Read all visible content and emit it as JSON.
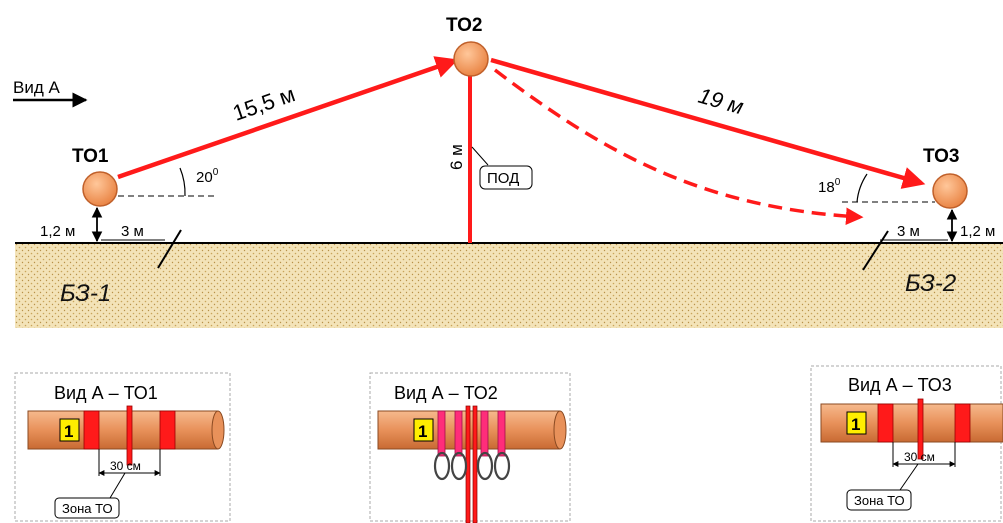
{
  "colors": {
    "rope": "#ff1a1a",
    "pipe": "#e8915a",
    "pipe_dark": "#c86a33",
    "ground": "#f3e3b8",
    "ground_dots": "#c9a55a",
    "node_fill": "#f2955a",
    "node_stroke": "#c0602a",
    "number_bg": "#ffee00",
    "clamp_pink": "#ff2d7a"
  },
  "view_arrow": {
    "label": "Вид А"
  },
  "nodes": {
    "to1": {
      "label": "ТО1"
    },
    "to2": {
      "label": "ТО2"
    },
    "to3": {
      "label": "ТО3"
    }
  },
  "spans": {
    "left": {
      "length": "15,5 м",
      "angle": "20",
      "angle_unit": "0"
    },
    "right": {
      "length": "19 м",
      "angle": "18",
      "angle_unit": "0"
    }
  },
  "mast": {
    "height": "6 м",
    "note": "ПОД"
  },
  "dimensions": {
    "left_height": "1,2 м",
    "left_offset": "3 м",
    "right_offset": "3 м",
    "right_height": "1,2 м"
  },
  "zones": {
    "left": "БЗ-1",
    "right": "БЗ-2"
  },
  "details": [
    {
      "title": "Вид А – ТО1",
      "number": "1",
      "width": "30 см",
      "zone": "Зона ТО"
    },
    {
      "title": "Вид А – ТО2",
      "number": "1"
    },
    {
      "title": "Вид А – ТО3",
      "number": "1",
      "width": "30 см",
      "zone": "Зона ТО"
    }
  ]
}
